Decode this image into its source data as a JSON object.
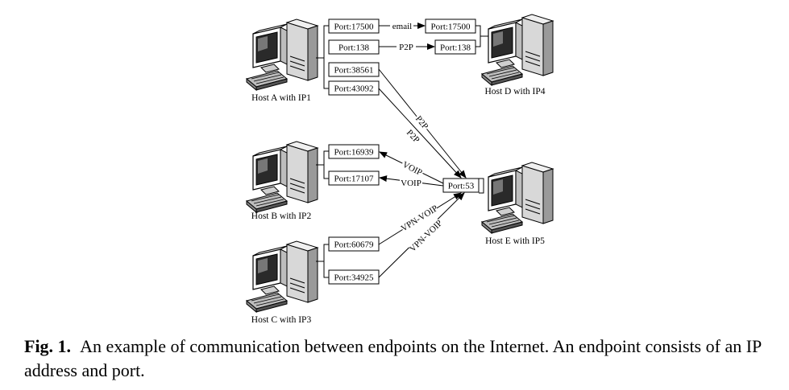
{
  "hosts": {
    "a": "Host A with IP1",
    "b": "Host B with IP2",
    "c": "Host C with IP3",
    "d": "Host D with IP4",
    "e": "Host E with IP5"
  },
  "ports": {
    "a1": "Port:17500",
    "a2": "Port:138",
    "a3": "Port:38561",
    "a4": "Port:43092",
    "b1": "Port:16939",
    "b2": "Port:17107",
    "c1": "Port:60679",
    "c2": "Port:34925",
    "d1": "Port:17500",
    "d2": "Port:138",
    "e1": "Port:53"
  },
  "edges": {
    "email": "email",
    "p2p_ad": "P2P",
    "p2p_1": "P2P",
    "p2p_2": "P2P",
    "voip_1": "VOIP",
    "voip_2": "VOIP",
    "vpnvoip_1": "VPN-VOIP",
    "vpnvoip_2": "VPN-VOIP"
  },
  "caption": {
    "label": "Fig. 1.",
    "text": "An example of communication between endpoints on the Internet. An endpoint consists of an IP address and port."
  }
}
